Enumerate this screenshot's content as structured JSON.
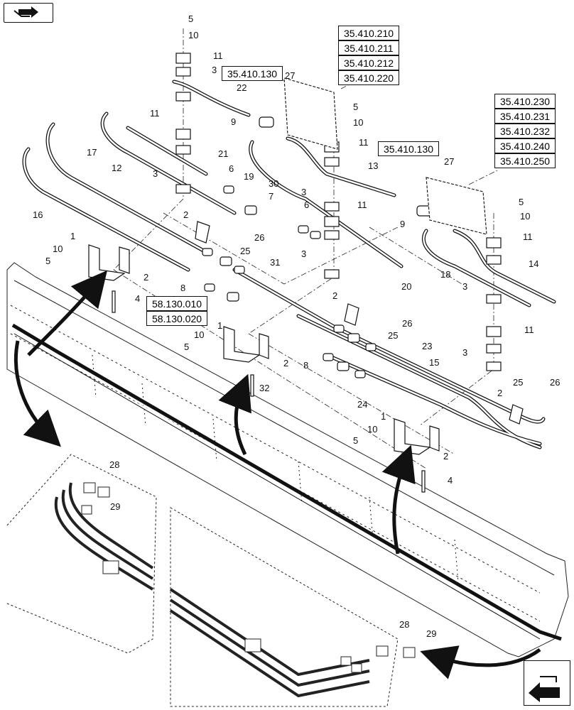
{
  "reference_groups": {
    "top_center": [
      "35.410.210",
      "35.410.211",
      "35.410.212",
      "35.410.220"
    ],
    "right": [
      "35.410.230",
      "35.410.231",
      "35.410.232",
      "35.410.240",
      "35.410.250"
    ],
    "left_tag": "35.410.130",
    "right_tag": "35.410.130",
    "lower_left": [
      "58.130.010",
      "58.130.020"
    ]
  },
  "callouts": [
    {
      "id": "c5a",
      "label": "5"
    },
    {
      "id": "c10a",
      "label": "10"
    },
    {
      "id": "c11a",
      "label": "11"
    },
    {
      "id": "c3a",
      "label": "3"
    },
    {
      "id": "c22",
      "label": "22"
    },
    {
      "id": "c27a",
      "label": "27"
    },
    {
      "id": "c9a",
      "label": "9"
    },
    {
      "id": "c5b",
      "label": "5"
    },
    {
      "id": "c10b",
      "label": "10"
    },
    {
      "id": "c11b",
      "label": "11"
    },
    {
      "id": "c11c",
      "label": "11"
    },
    {
      "id": "c17",
      "label": "17"
    },
    {
      "id": "c21",
      "label": "21"
    },
    {
      "id": "c6a",
      "label": "6"
    },
    {
      "id": "c19",
      "label": "19"
    },
    {
      "id": "c13",
      "label": "13"
    },
    {
      "id": "c12",
      "label": "12"
    },
    {
      "id": "c3b",
      "label": "3"
    },
    {
      "id": "c30",
      "label": "30"
    },
    {
      "id": "c7",
      "label": "7"
    },
    {
      "id": "c3c",
      "label": "3"
    },
    {
      "id": "c27b",
      "label": "27"
    },
    {
      "id": "c6b",
      "label": "6"
    },
    {
      "id": "c11d",
      "label": "11"
    },
    {
      "id": "c16",
      "label": "16"
    },
    {
      "id": "c2a",
      "label": "2"
    },
    {
      "id": "c26a",
      "label": "26"
    },
    {
      "id": "c9b",
      "label": "9"
    },
    {
      "id": "c5c",
      "label": "5"
    },
    {
      "id": "c10c",
      "label": "10"
    },
    {
      "id": "c11e",
      "label": "11"
    },
    {
      "id": "c25a",
      "label": "25"
    },
    {
      "id": "c3d",
      "label": "3"
    },
    {
      "id": "c1a",
      "label": "1"
    },
    {
      "id": "c10d",
      "label": "10"
    },
    {
      "id": "c5d",
      "label": "5"
    },
    {
      "id": "c2b",
      "label": "2"
    },
    {
      "id": "c31",
      "label": "31"
    },
    {
      "id": "c14",
      "label": "14"
    },
    {
      "id": "c18",
      "label": "18"
    },
    {
      "id": "c20",
      "label": "20"
    },
    {
      "id": "c3e",
      "label": "3"
    },
    {
      "id": "c8a",
      "label": "8"
    },
    {
      "id": "c4a",
      "label": "4"
    },
    {
      "id": "c2c",
      "label": "2"
    },
    {
      "id": "c26b",
      "label": "26"
    },
    {
      "id": "c25b",
      "label": "25"
    },
    {
      "id": "c11f",
      "label": "11"
    },
    {
      "id": "c1b",
      "label": "1"
    },
    {
      "id": "c10e",
      "label": "10"
    },
    {
      "id": "c5e",
      "label": "5"
    },
    {
      "id": "c23",
      "label": "23"
    },
    {
      "id": "c3f",
      "label": "3"
    },
    {
      "id": "c2d",
      "label": "2"
    },
    {
      "id": "c8b",
      "label": "8"
    },
    {
      "id": "c15",
      "label": "15"
    },
    {
      "id": "c32",
      "label": "32"
    },
    {
      "id": "c24",
      "label": "24"
    },
    {
      "id": "c25c",
      "label": "25"
    },
    {
      "id": "c26c",
      "label": "26"
    },
    {
      "id": "c2e",
      "label": "2"
    },
    {
      "id": "c1c",
      "label": "1"
    },
    {
      "id": "c10f",
      "label": "10"
    },
    {
      "id": "c5f",
      "label": "5"
    },
    {
      "id": "c2f",
      "label": "2"
    },
    {
      "id": "c4b",
      "label": "4"
    },
    {
      "id": "c28a",
      "label": "28"
    },
    {
      "id": "c29a",
      "label": "29"
    },
    {
      "id": "c28b",
      "label": "28"
    },
    {
      "id": "c29b",
      "label": "29"
    }
  ],
  "icons": {
    "top_left": "forward-page-icon",
    "bottom_right": "back-arrow-icon"
  }
}
